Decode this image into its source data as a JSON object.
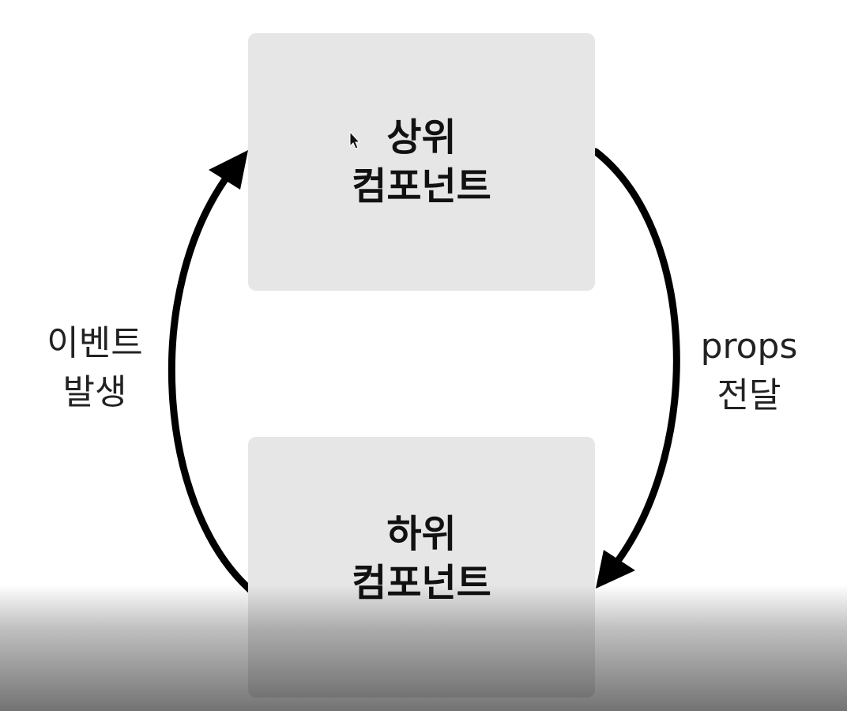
{
  "diagram": {
    "top_box": {
      "line1": "상위",
      "line2": "컴포넌트"
    },
    "bottom_box": {
      "line1": "하위",
      "line2": "컴포넌트"
    },
    "left_label": {
      "line1": "이벤트",
      "line2": "발생"
    },
    "right_label": {
      "line1": "props",
      "line2": "전달"
    }
  },
  "colors": {
    "box_fill": "#e6e6e6",
    "arrow": "#000000",
    "text": "#111111"
  },
  "icons": {
    "cursor": "mouse-pointer-icon",
    "arrow_left": "arrow-up-icon",
    "arrow_right": "arrow-down-icon"
  }
}
